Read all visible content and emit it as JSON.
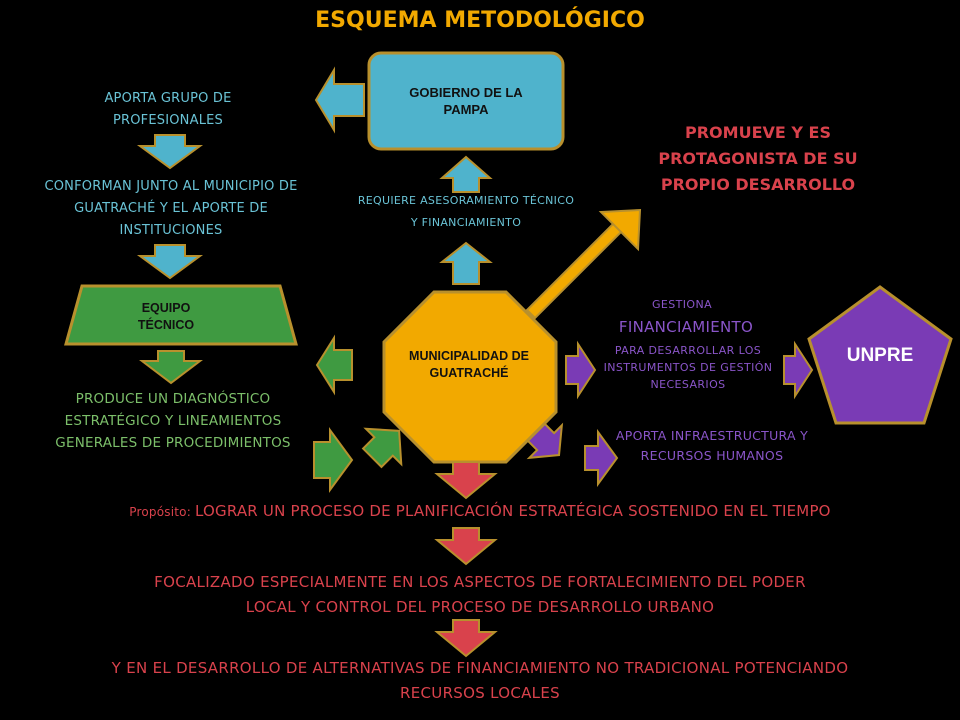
{
  "title": "ESQUEMA METODOLÓGICO",
  "colors": {
    "background": "#000000",
    "title": "#f2a900",
    "blue_text": "#6ac3d6",
    "blue_box": "#4fb3cc",
    "green_text": "#7cbf6a",
    "green_box": "#3f9a41",
    "purple_text": "#8a55c9",
    "purple_box": "#7a3bb5",
    "red_text": "#d9424c",
    "red_arrow": "#d9424c",
    "orange_octagon": "#f2a900",
    "gold_border": "#b8902d",
    "gray_text": "#888888"
  },
  "nodes": {
    "gobierno": "GOBIERNO DE LA PAMPA",
    "equipo": "EQUIPO TÉCNICO",
    "municipalidad": "MUNICIPALIDAD DE GUATRACHÉ",
    "unpre": "UNPRE"
  },
  "labels": {
    "aporta_grupo": "APORTA GRUPO DE PROFESIONALES",
    "conforman": "CONFORMAN JUNTO AL MUNICIPIO DE GUATRACHÉ Y EL APORTE DE INSTITUCIONES",
    "produce": "PRODUCE UN DIAGNÓSTICO ESTRATÉGICO Y LINEAMIENTOS GENERALES DE PROCEDIMIENTOS",
    "requiere": "REQUIERE ASESORAMIENTO TÉCNICO Y FINANCIAMIENTO",
    "promueve": "PROMUEVE Y ES PROTAGONISTA DE SU PROPIO DESARROLLO",
    "gestiona": "GESTIONA",
    "financiamiento": "FINANCIAMIENTO",
    "para_desarrollar": "PARA DESARROLLAR LOS INSTRUMENTOS DE GESTIÓN NECESARIOS",
    "aporta_infra": "APORTA INFRAESTRUCTURA Y RECURSOS HUMANOS"
  },
  "purpose": {
    "prefix": "Propósito: ",
    "text": "LOGRAR UN PROCESO DE PLANIFICACIÓN ESTRATÉGICA SOSTENIDO EN EL TIEMPO"
  },
  "focalizado": "FOCALIZADO ESPECIALMENTE EN LOS ASPECTOS DE FORTALECIMIENTO DEL PODER LOCAL Y CONTROL DEL PROCESO DE DESARROLLO URBANO",
  "desarrollo": "Y EN EL DESARROLLO DE ALTERNATIVAS DE FINANCIAMIENTO NO TRADICIONAL POTENCIANDO RECURSOS LOCALES"
}
